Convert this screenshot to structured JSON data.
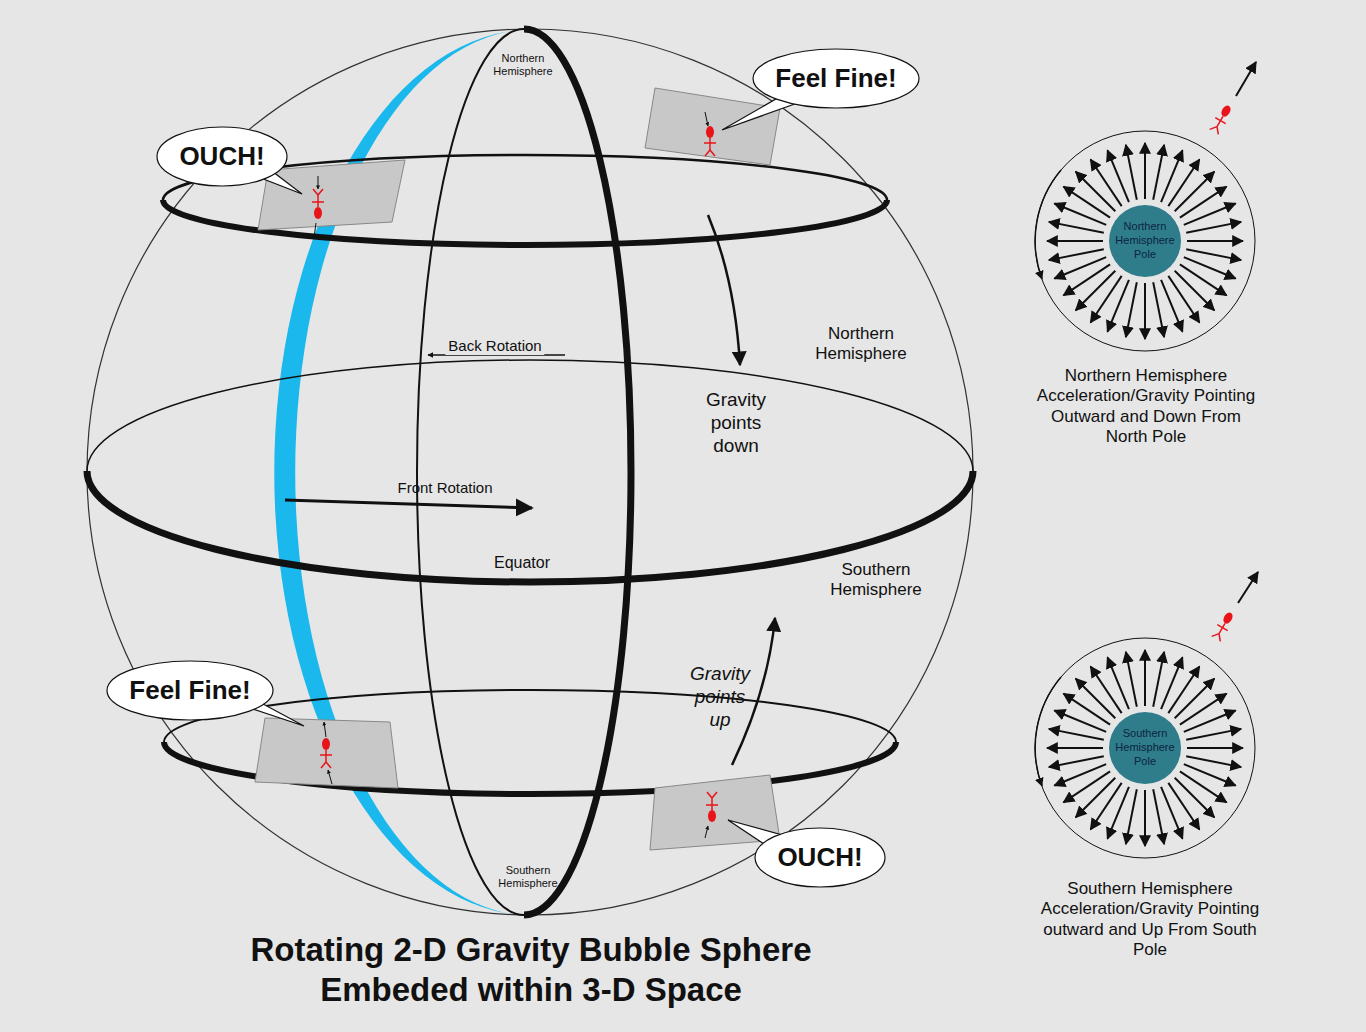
{
  "diagram": {
    "title": "Rotating 2-D Gravity Bubble Sphere Embeded within 3-D Space",
    "nodes": [
      {
        "text": [
          "OUCH!"
        ]
      },
      {
        "text": [
          "Feel Fine!"
        ]
      },
      {
        "text": [
          "Feel Fine!"
        ]
      },
      {
        "text": [
          "OUCH!"
        ]
      },
      {
        "text": [
          "Northern Hemisphere Pole"
        ]
      },
      {
        "text": [
          "Southern Hemisphere Pole"
        ]
      }
    ],
    "labels": [
      "Northern Hemisphere",
      "Back Rotation",
      "Northern Hemisphere",
      "Gravity points down",
      "Front Rotation",
      "Equator",
      "Southern Hemisphere",
      "Gravity points up",
      "Southern Hemisphere",
      "Northern Hemisphere Acceleration/Gravity Pointing Outward and Down From North Pole",
      "Southern Hemisphere Acceleration/Gravity Pointing outward and Up From South Pole"
    ]
  }
}
